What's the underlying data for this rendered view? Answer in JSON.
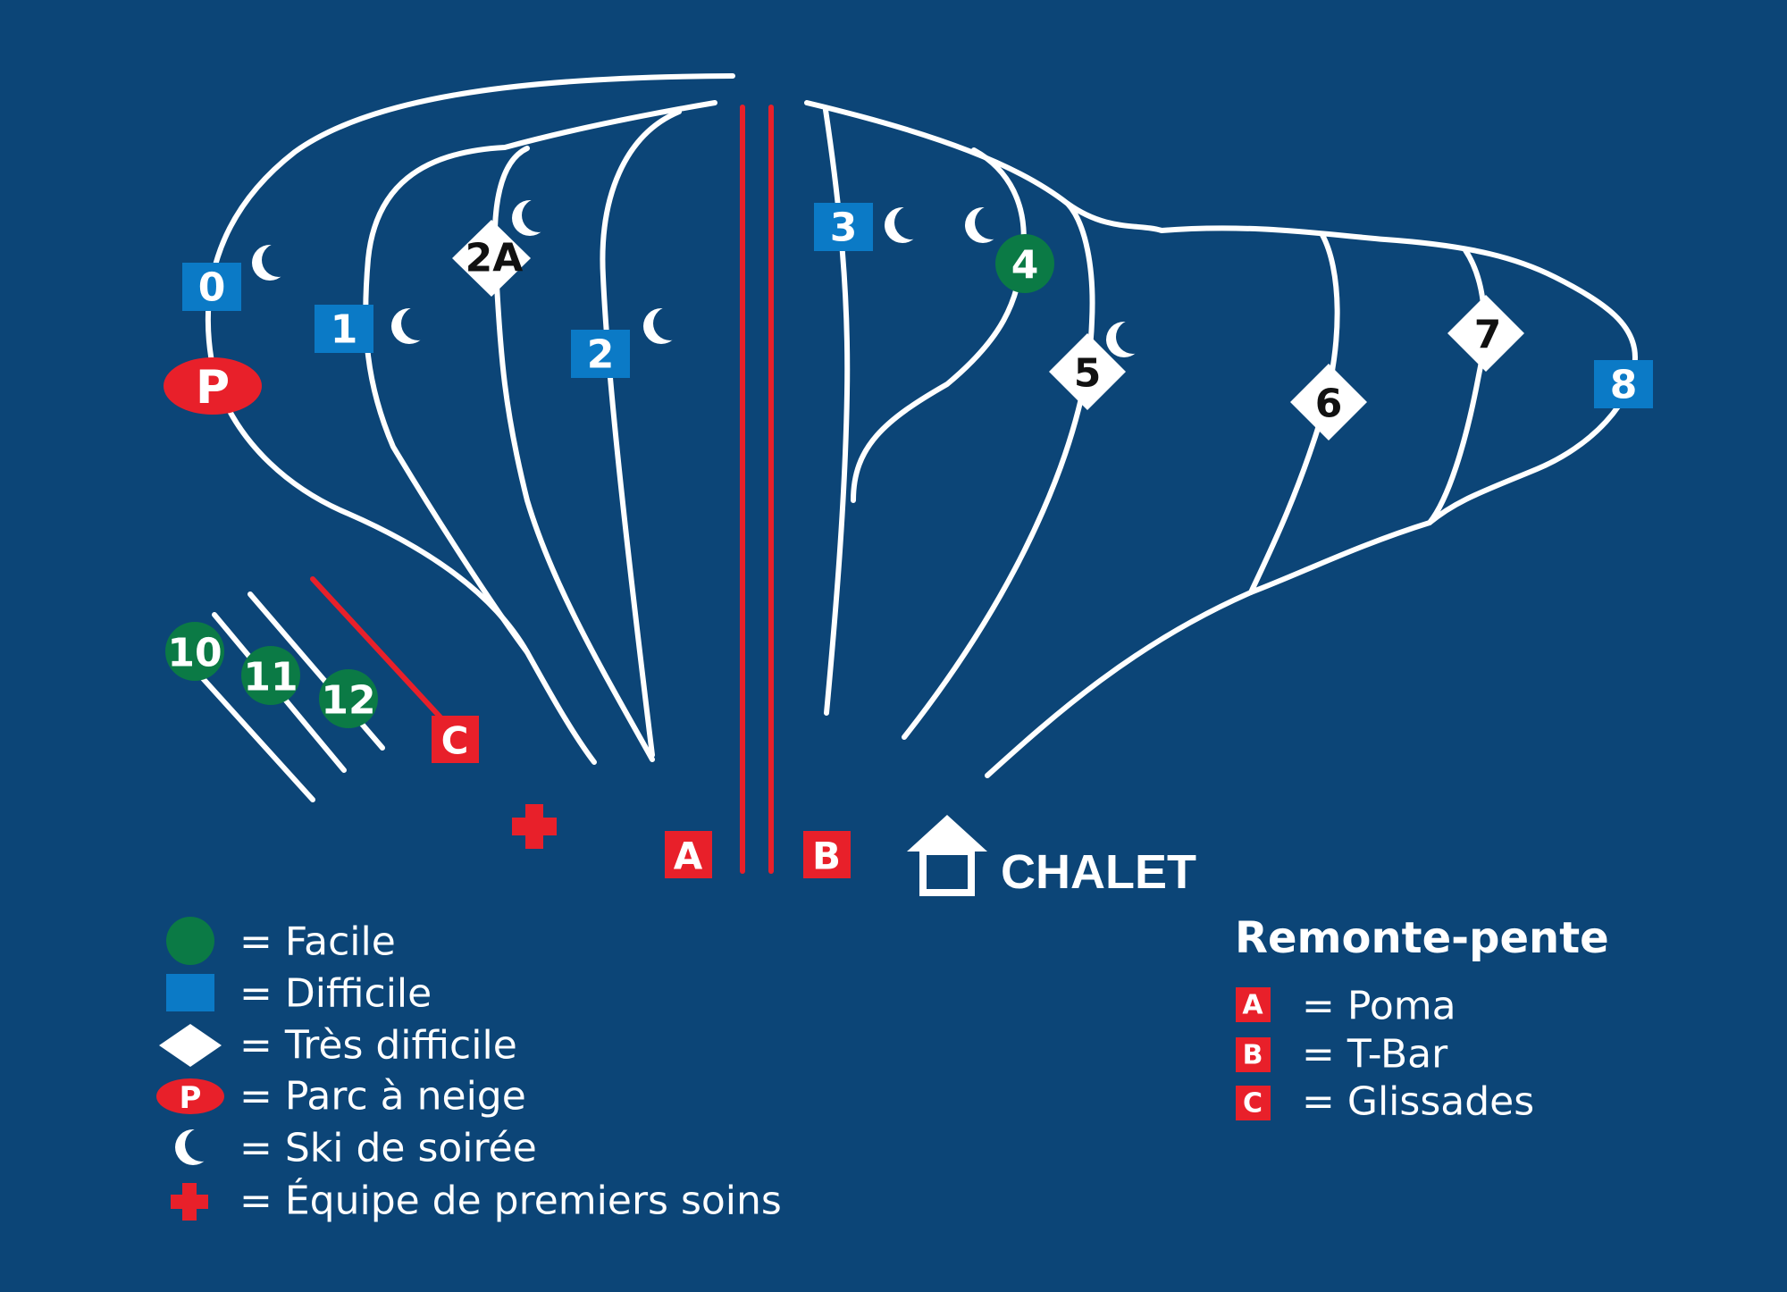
{
  "colors": {
    "background": "#0c4577",
    "easy": "#0b7a45",
    "difficult": "#0b7ac6",
    "very_difficult": "#ffffff",
    "red": "#e8202a",
    "trail": "#ffffff"
  },
  "trails": {
    "t0": "0",
    "t1": "1",
    "t2a": "2A",
    "t2": "2",
    "t3": "3",
    "t4": "4",
    "t5": "5",
    "t6": "6",
    "t7": "7",
    "t8": "8",
    "t10": "10",
    "t11": "11",
    "t12": "12"
  },
  "lifts": {
    "a": "A",
    "b": "B",
    "c": "C"
  },
  "park_symbol": "P",
  "chalet_label": "CHALET",
  "icons": {
    "night": "moon-icon",
    "first_aid": "cross-icon",
    "chalet": "house-icon"
  },
  "legend": {
    "easy": "= Facile",
    "difficult": "= Difficile",
    "very_difficult": "= Très difficile",
    "park": "= Parc à neige",
    "night": "= Ski de soirée",
    "first_aid": "= Équipe de premiers soins"
  },
  "lift_legend": {
    "title": "Remonte-pente",
    "a": "= Poma",
    "b": "= T-Bar",
    "c": "= Glissades"
  }
}
